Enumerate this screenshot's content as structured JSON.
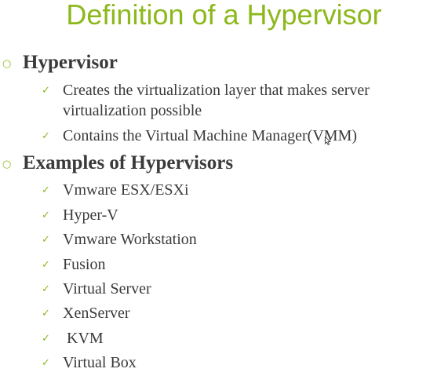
{
  "title": "Definition of a Hypervisor",
  "colors": {
    "accent": "#8cb81c",
    "text": "#3a3a3a"
  },
  "bullet_icon_level1": "circle-bullet-icon",
  "bullet_icon_level2": "checkmark-icon",
  "sections": [
    {
      "heading": "Hypervisor",
      "items": [
        [
          "Creates the virtualization layer that makes server",
          "virtualization possible"
        ],
        [
          "Contains the Virtual Machine Manager(VMM)"
        ]
      ]
    },
    {
      "heading": "Examples of Hypervisors",
      "items": [
        [
          "Vmware ESX/ESXi"
        ],
        [
          "Hyper-V"
        ],
        [
          "Vmware Workstation"
        ],
        [
          "Fusion"
        ],
        [
          "Virtual Server"
        ],
        [
          "XenServer"
        ],
        [
          " KVM"
        ],
        [
          "Virtual Box"
        ]
      ]
    }
  ]
}
